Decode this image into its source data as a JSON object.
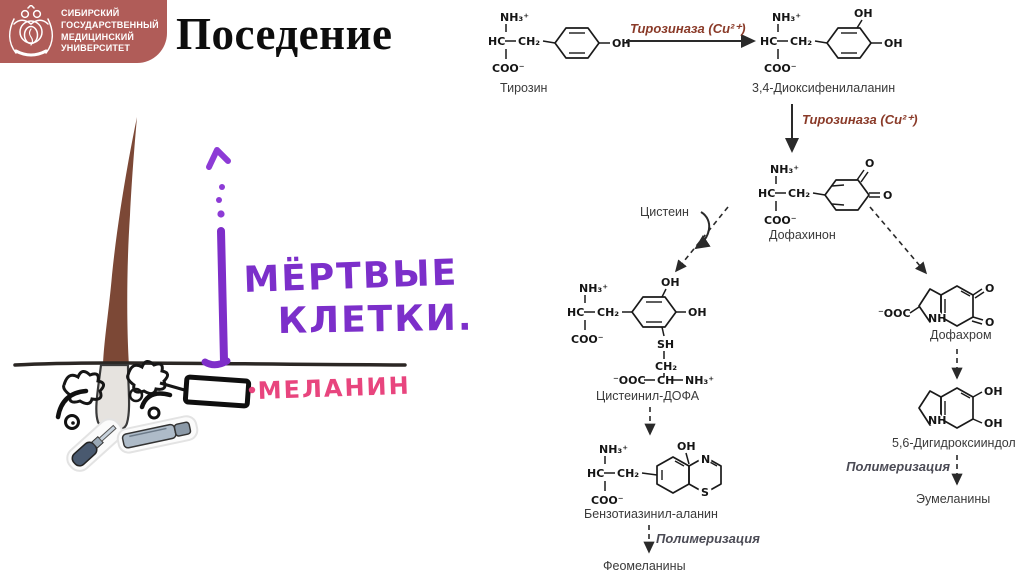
{
  "header": {
    "university_lines": [
      "СИБИРСКИЙ",
      "ГОСУДАРСТВЕННЫЙ",
      "МЕДИЦИНСКИЙ",
      "УНИВЕРСИТЕТ"
    ],
    "title": "Поседение"
  },
  "colors": {
    "badge_bg": "#b05c58",
    "enzyme_text": "#8a3a28",
    "purple_marker": "#7c2fca",
    "pink_marker": "#e8457e",
    "hair_brown": "#7c4836"
  },
  "sketch": {
    "dead_cells_line1": "МЁРТВЫЕ",
    "dead_cells_line2": "КЛЕТКИ.",
    "melanin": "МЕЛАНИН"
  },
  "pathway": {
    "tyrosine": "Тирозин",
    "dopa": "3,4-Диоксифенилаланин",
    "enzyme": "Тирозиназа (Cu²⁺)",
    "dopaquinone": "Дофахинон",
    "cysteine": "Цистеин",
    "cysteinyl_dopa": "Цистеинил-ДОФА",
    "benzothiazinyl": "Бензотиазинил-аланин",
    "polymerization": "Полимеризация",
    "pheomelanins": "Феомеланины",
    "dopachrome": "Дофахром",
    "dihydroxyindole": "5,6-Дигидроксииндол",
    "eumelanins": "Эумеланины"
  },
  "frag": {
    "nh3": "NH₃⁺",
    "coo": "COO⁻",
    "ooc": "⁻OOC",
    "hc": "HC",
    "ch": "CH",
    "ch2": "CH₂",
    "oh": "OH",
    "o": "O",
    "sh": "SH",
    "nh": "NH",
    "n": "N",
    "s": "S"
  }
}
